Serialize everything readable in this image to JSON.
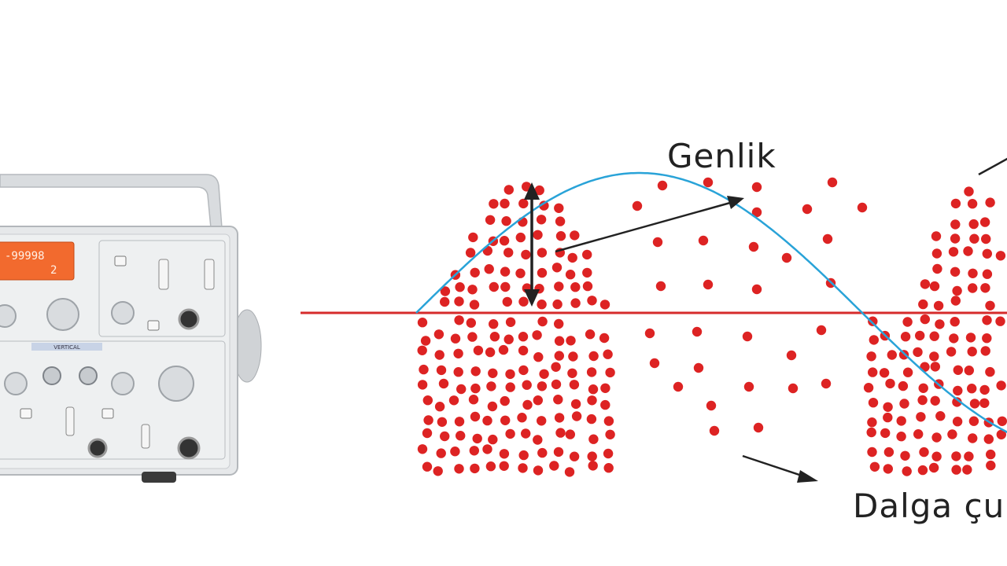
{
  "oscilloscope": {
    "display_line1": "-99998",
    "display_line2": "2",
    "section_label": "VERTICAL",
    "colors": {
      "body": "#e4e7ea",
      "display": "#f26a2e",
      "knob": "#d7dadc"
    }
  },
  "wave_diagram": {
    "labels": {
      "amplitude": "Genlik",
      "trough": "Dalga çu"
    },
    "colors": {
      "wave": "#29a3d8",
      "axis": "#d62b2b",
      "particles": "#dd2323",
      "arrows": "#222222"
    }
  }
}
